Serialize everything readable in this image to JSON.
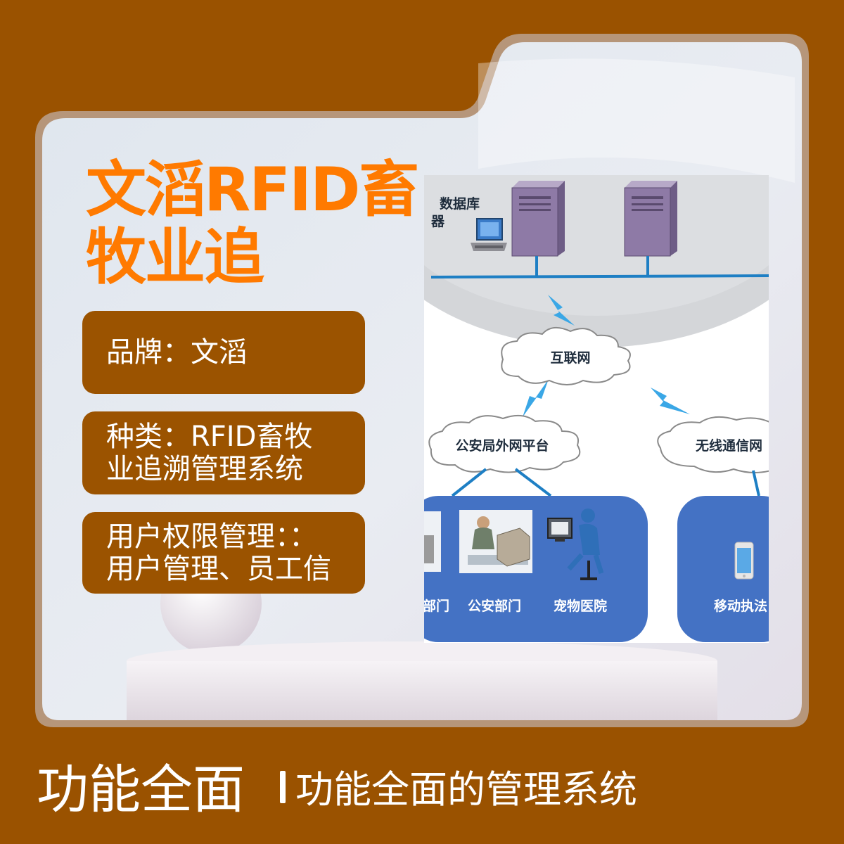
{
  "title": {
    "line1": "文滔RFID畜",
    "line2": "牧业追"
  },
  "attributes": [
    {
      "line1": "品牌：文滔",
      "line2": ""
    },
    {
      "line1": "种类：RFID畜牧",
      "line2": "业追溯管理系统"
    },
    {
      "line1": "用户权限管理：：",
      "line2": "用户管理、员工信"
    }
  ],
  "footer": {
    "title": "功能全面",
    "subtitle": "功能全面的管理系统"
  },
  "diagram": {
    "server_label_line1": "数据库",
    "server_label_line2": "器",
    "internet": "互联网",
    "police_network": "公安局外网平台",
    "wireless_network": "无线通信网",
    "dept_partial": "部门",
    "police_dept": "公安部门",
    "pet_hospital": "宠物医院",
    "mobile_enforcement": "移动执法"
  },
  "colors": {
    "brand_orange": "#ff7a00",
    "brown": "#9b5300",
    "diagram_blue": "#4472c4",
    "link_blue": "#1e7fc4",
    "server_purple": "#8e7aa6"
  },
  "icons": [
    "desktop-computer-icon",
    "server-tower-icon",
    "lightning-link-icon",
    "cloud-icon",
    "smartphone-icon",
    "office-worker-icon"
  ]
}
